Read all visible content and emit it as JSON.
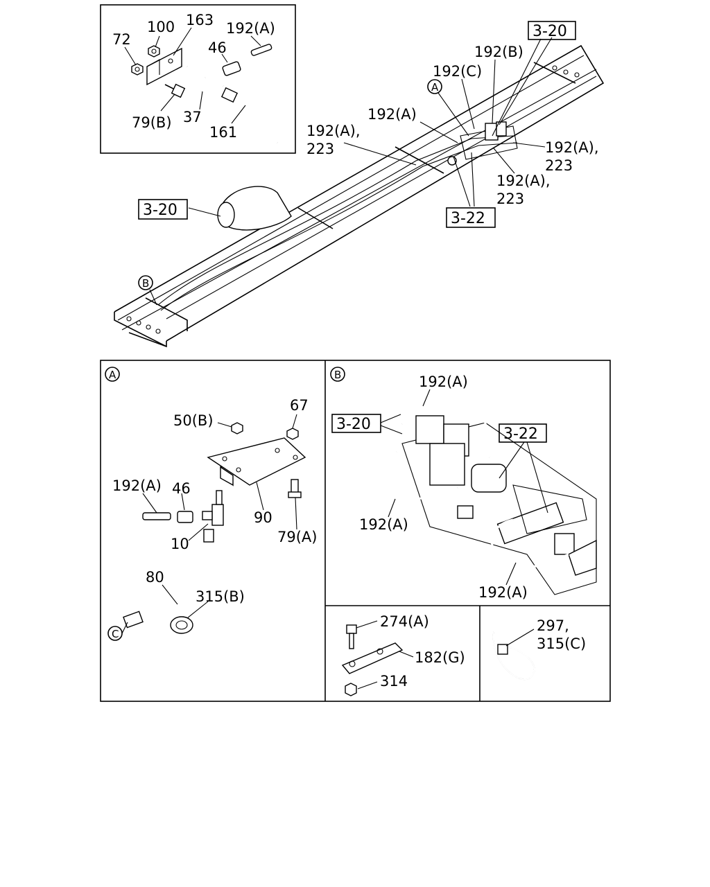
{
  "top_inset": {
    "labels": [
      "72",
      "100",
      "163",
      "192(A)",
      "46",
      "79(B)",
      "37",
      "161"
    ]
  },
  "main_view": {
    "ref_boxes": [
      "3-20",
      "3-20",
      "3-22"
    ],
    "labels": [
      "192(B)",
      "192(C)",
      "192(A)",
      "192(A),",
      "223",
      "192(A),",
      "223",
      "192(A),",
      "223"
    ],
    "circle_markers": [
      "A",
      "B"
    ]
  },
  "detail_a": {
    "marker": "A",
    "labels": [
      "67",
      "50(B)",
      "192(A)",
      "46",
      "90",
      "10",
      "79(A)",
      "80",
      "315(B)"
    ],
    "end_marker": "C"
  },
  "detail_b": {
    "marker": "B",
    "ref_boxes": [
      "3-20",
      "3-22"
    ],
    "labels": [
      "192(A)",
      "192(A)",
      "192(A)"
    ]
  },
  "detail_bracket": {
    "labels": [
      "274(A)",
      "182(G)",
      "314"
    ]
  },
  "detail_tie": {
    "labels": [
      "297,",
      "315(C)"
    ]
  }
}
